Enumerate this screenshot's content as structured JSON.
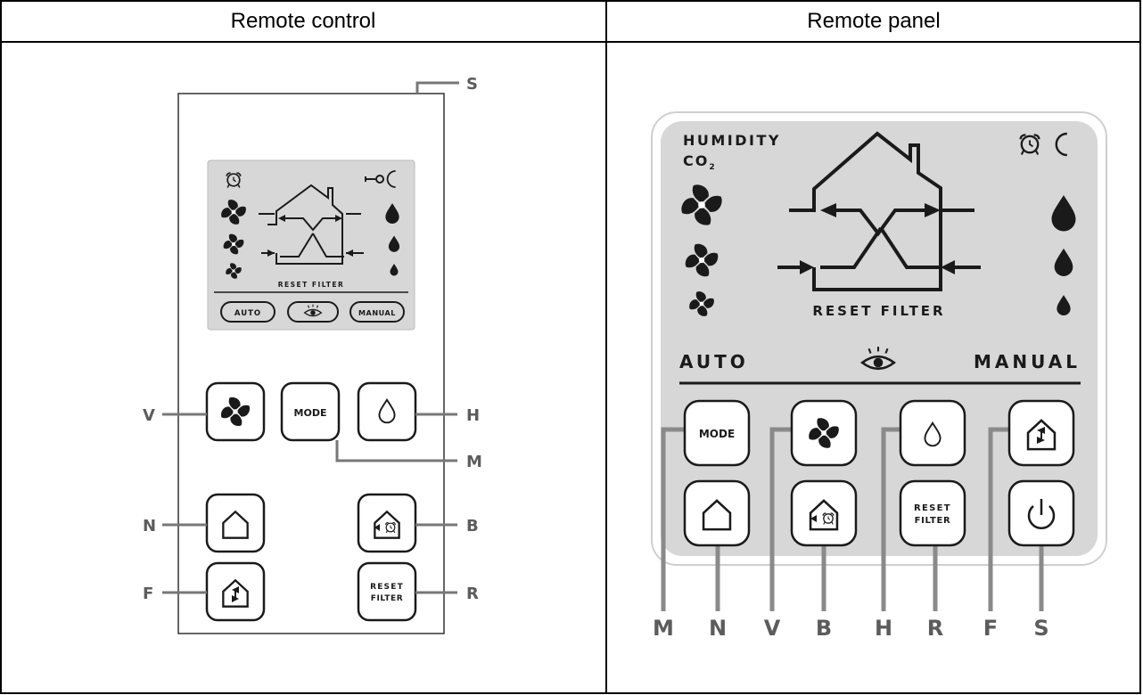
{
  "columns": [
    "Remote control",
    "Remote panel"
  ],
  "remote_control": {
    "screen": {
      "reset_filter": "RESET FILTER",
      "auto": "AUTO",
      "manual": "MANUAL"
    },
    "buttons": {
      "mode": "MODE",
      "reset_line1": "RESET",
      "reset_line2": "FILTER"
    },
    "callouts": {
      "S": "S",
      "V": "V",
      "H": "H",
      "M": "M",
      "N": "N",
      "B": "B",
      "F": "F",
      "R": "R"
    }
  },
  "remote_panel": {
    "humidity": "HUMIDITY",
    "co2": "CO",
    "co2_sub": "2",
    "reset_filter": "RESET FILTER",
    "auto": "AUTO",
    "manual": "MANUAL",
    "buttons": {
      "mode": "MODE",
      "reset_line1": "RESET",
      "reset_line2": "FILTER"
    },
    "callouts": [
      "M",
      "N",
      "V",
      "B",
      "H",
      "R",
      "F",
      "S"
    ]
  },
  "icons": [
    "alarm-clock-icon",
    "key-icon",
    "moon-icon",
    "fan-icon",
    "water-drop-icon",
    "house-ventilation-icon",
    "eye-icon",
    "night-mode-icon",
    "boost-timer-icon",
    "fireplace-icon",
    "power-icon"
  ],
  "colors": {
    "screen": "#d7d7d7",
    "line": "#1a1a1a",
    "callout": "#5c5c5c",
    "leader": "#8a8a8a",
    "border": "#000000"
  }
}
